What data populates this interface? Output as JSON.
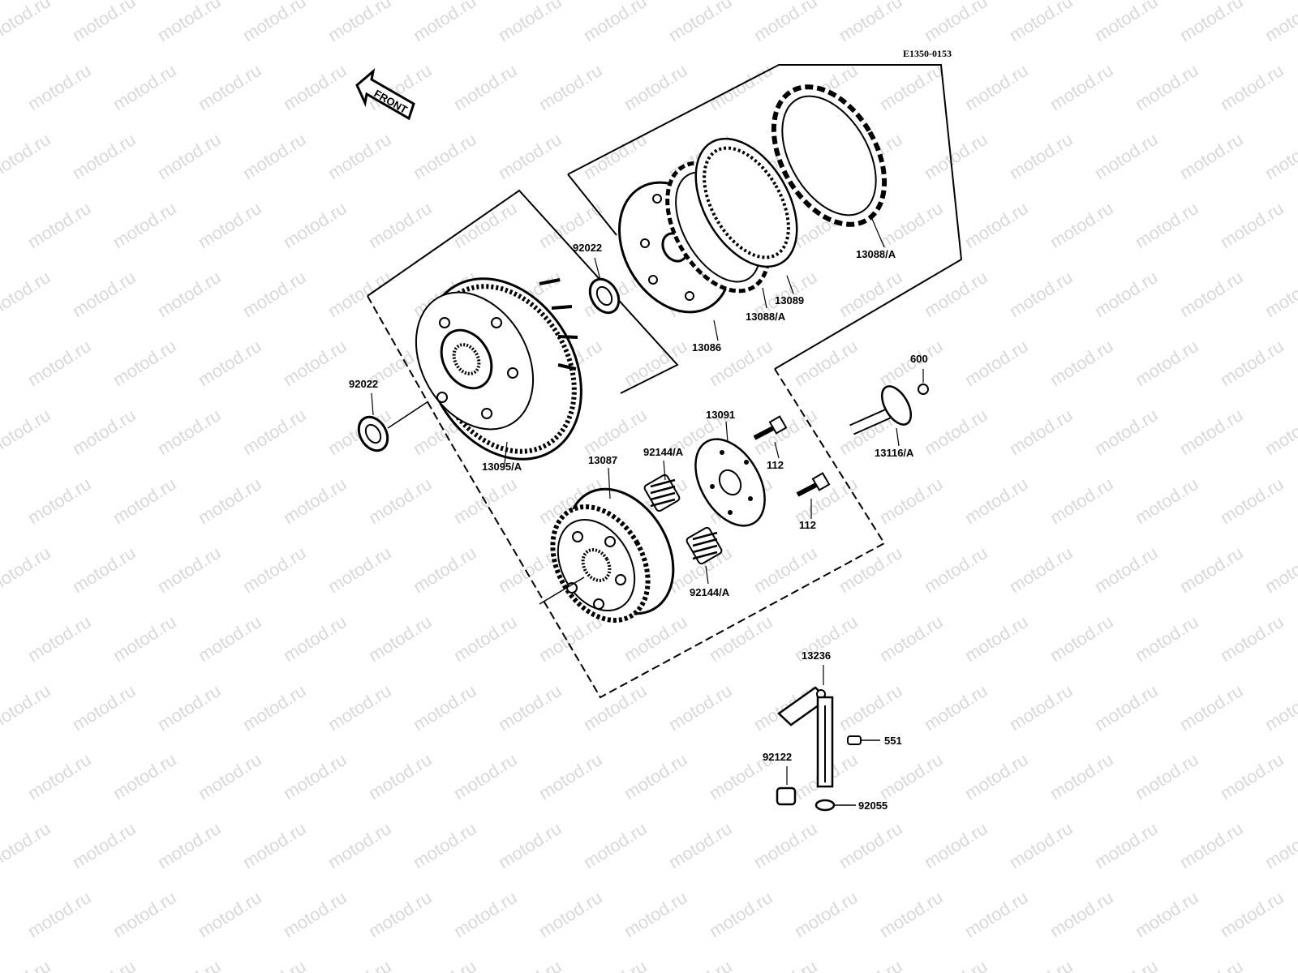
{
  "watermark": "motod.ru",
  "diagram_ref": "E1350-0153",
  "front_label": "FRONT",
  "labels": {
    "p92022_top": "92022",
    "p92022_left": "92022",
    "p13095": "13095/A",
    "p13086": "13086",
    "p13088_mid": "13088/A",
    "p13089": "13089",
    "p13088_right": "13088/A",
    "p600": "600",
    "p13116": "13116/A",
    "p13091": "13091",
    "p112_top": "112",
    "p112_bottom": "112",
    "p13087": "13087",
    "p92144_top": "92144/A",
    "p92144_bottom": "92144/A",
    "p13236": "13236",
    "p551": "551",
    "p92122": "92122",
    "p92055": "92055"
  }
}
